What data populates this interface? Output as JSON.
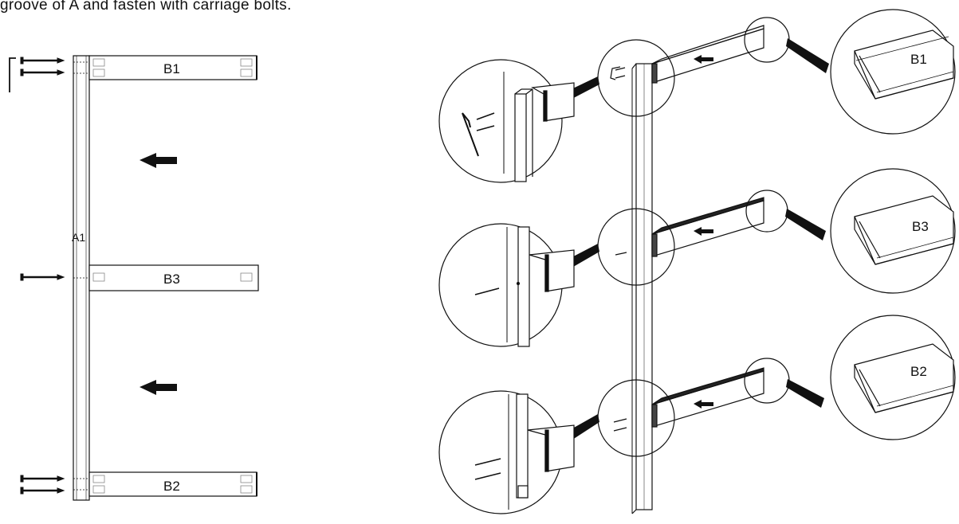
{
  "caption": "groove of A and fasten with carriage bolts.",
  "labels": {
    "post": "A1",
    "left_top_board": "B1",
    "left_mid_board": "B3",
    "left_bottom_board": "B2",
    "zoom_top_board": "B1",
    "zoom_mid_board": "B3",
    "zoom_bottom_board": "B2"
  },
  "colors": {
    "line": "#111111",
    "fill": "#ffffff",
    "hatch": "#888888"
  }
}
